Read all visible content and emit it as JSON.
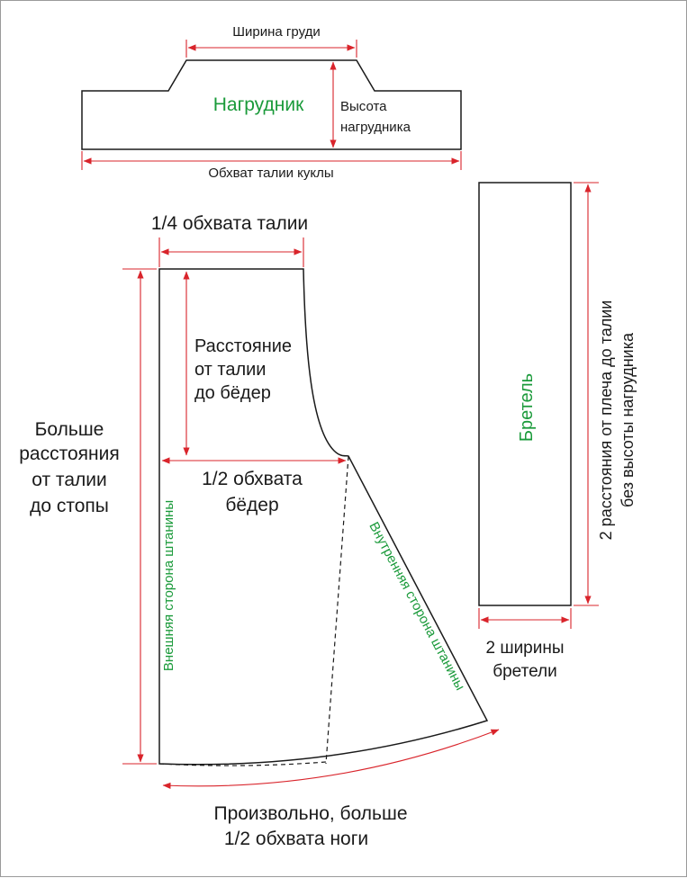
{
  "colors": {
    "outline": "#1a1a1a",
    "dimension": "#d9242b",
    "piece_label": "#1a9a3a",
    "text": "#1a1a1a"
  },
  "bib": {
    "name": "Нагрудник",
    "chest_width": "Ширина груди",
    "height_line1": "Высота",
    "height_line2": "нагрудника",
    "waist": "Обхват талии куклы"
  },
  "pants": {
    "quarter_waist": "1/4 обхвата талии",
    "waist_hip_line1": "Расстояние",
    "waist_hip_line2": "от талии",
    "waist_hip_line3": "до бёдер",
    "half_hip_line1": "1/2 обхвата",
    "half_hip_line2": "бёдер",
    "length_line1": "Больше",
    "length_line2": "расстояния",
    "length_line3": "от талии",
    "length_line4": "до стопы",
    "outer_side": "Внешняя сторона штанины",
    "inner_side": "Внутренняя сторона штанины",
    "hem_line1": "Произвольно, больше",
    "hem_line2": "1/2 обхвата ноги"
  },
  "strap": {
    "name": "Бретель",
    "width_line1": "2 ширины",
    "width_line2": "бретели",
    "length_line1": "2 расстояния от плеча до талии",
    "length_line2": "без высоты нагрудника"
  }
}
